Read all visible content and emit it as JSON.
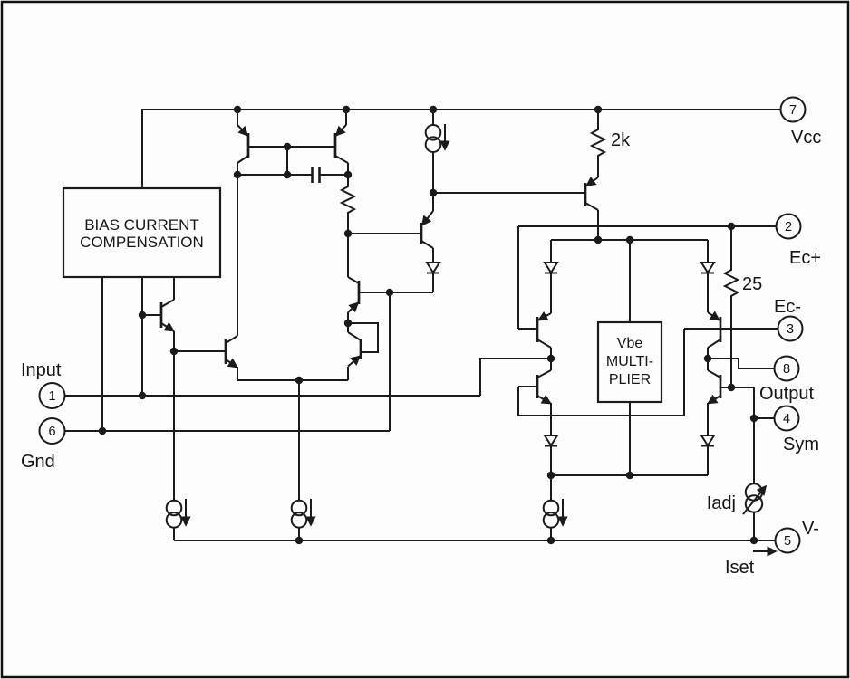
{
  "schematic": {
    "blocks": {
      "bias_line1": "BIAS CURRENT",
      "bias_line2": "COMPENSATION",
      "vbe_line1": "Vbe",
      "vbe_line2": "MULTI-",
      "vbe_line3": "PLIER"
    },
    "pins": {
      "input": {
        "number": "1",
        "label": "Input"
      },
      "gnd": {
        "number": "6",
        "label": "Gnd"
      },
      "vcc": {
        "number": "7",
        "label": "Vcc"
      },
      "ec_plus": {
        "number": "2",
        "label": "Ec+"
      },
      "ec_minus": {
        "number": "3",
        "label": "Ec-"
      },
      "output": {
        "number": "8",
        "label": "Output"
      },
      "sym": {
        "number": "4",
        "label": "Sym"
      },
      "v_minus": {
        "number": "5",
        "label": "V-"
      }
    },
    "components": {
      "resistor_collector": "2k",
      "resistor_output": "25",
      "current_adjust": "Iadj",
      "current_set": "Iset"
    }
  }
}
